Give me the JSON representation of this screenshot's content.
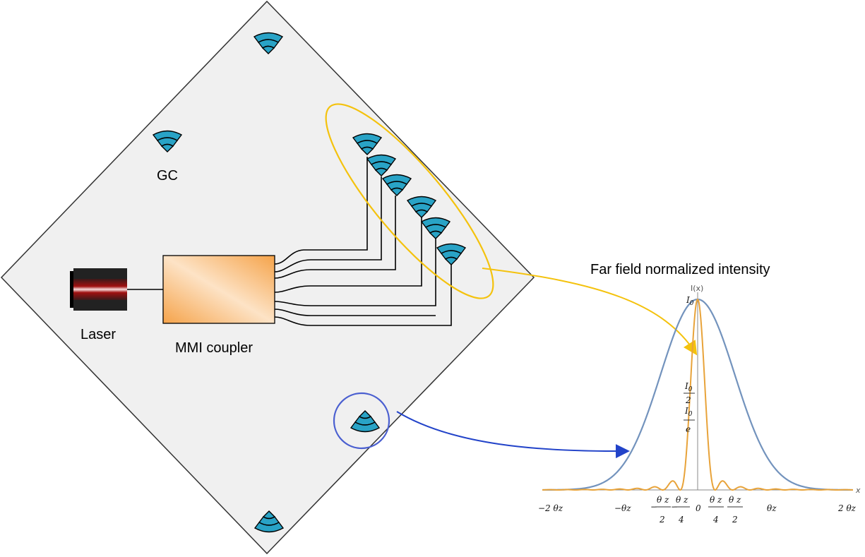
{
  "labels": {
    "gc": "GC",
    "laser": "Laser",
    "mmi": "MMI coupler",
    "plot_title": "Far field normalized intensity"
  },
  "colors": {
    "chip_fill": "#f0f0f0",
    "gc_fill": "#29a3c6",
    "orange_curve": "#e8a33a",
    "blue_curve": "#7393bd",
    "yellow_ellipse": "#f4c20d",
    "blue_circle": "#4a5fd0",
    "blue_arrow": "#2243c9"
  },
  "chart_data": {
    "type": "line",
    "title": "Far field normalized intensity",
    "ylabel": "I(x)",
    "xlabel": "x",
    "x_ticks": [
      "−2 θz",
      "−θz",
      "θz/2 (neg)",
      "θz/4 (neg)",
      "0",
      "θz/4",
      "θz/2",
      "θz",
      "2 θz"
    ],
    "y_ticks": [
      "I0",
      "I0/2",
      "I0/e"
    ],
    "tick_text": {
      "neg2": "−2 θz",
      "neg1": "−θz",
      "zero": "0",
      "pos1": "θz",
      "pos2": "2 θz",
      "frac_num": "θ z",
      "frac_den2": "2",
      "frac_den4": "4",
      "minus": "−",
      "i0": "I",
      "i0_sub": "0",
      "two": "2",
      "e": "e"
    },
    "series": [
      {
        "shape": "gaussian",
        "color": "#7393bd",
        "peak": 1.0
      },
      {
        "shape": "sinc-squared",
        "color": "#e8a33a",
        "peak": 1.0
      }
    ]
  }
}
